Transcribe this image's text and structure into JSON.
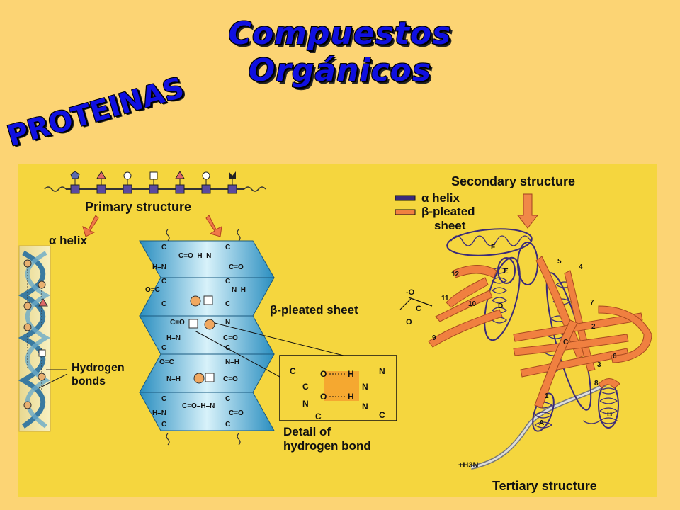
{
  "title": {
    "line1": "Compuestos",
    "line2": "Orgánicos"
  },
  "subtitle": "PROTEINAS",
  "labels": {
    "primary_structure": "Primary structure",
    "alpha_helix": "α helix",
    "hydrogen_bonds": [
      "Hydrogen",
      "bonds"
    ],
    "beta_sheet": "β-pleated sheet",
    "detail": [
      "Detail of",
      "hydrogen bond"
    ],
    "secondary_structure": "Secondary structure",
    "legend_alpha": "α helix",
    "legend_beta": [
      "β-pleated",
      "sheet"
    ],
    "tertiary_structure": "Tertiary structure",
    "terminus_n": "+H3N",
    "terminus_c": "-O"
  },
  "atoms": {
    "c": "C",
    "o": "O",
    "n": "N",
    "h": "H",
    "bond": "C=O",
    "nh": "N–H",
    "hn": "H–N",
    "co": "O=C",
    "hbond": "C=O–H–N"
  },
  "helix_letters": [
    "A",
    "B",
    "C",
    "D",
    "E",
    "F"
  ],
  "strand_numbers": [
    "1",
    "2",
    "3",
    "4",
    "5",
    "6",
    "7",
    "8",
    "9",
    "10",
    "11",
    "12"
  ],
  "colors": {
    "background": "#FCD474",
    "panel": "#F5D63E",
    "title": "#1010E0",
    "helix": "#4A3A9A",
    "strand": "#F08040"
  }
}
